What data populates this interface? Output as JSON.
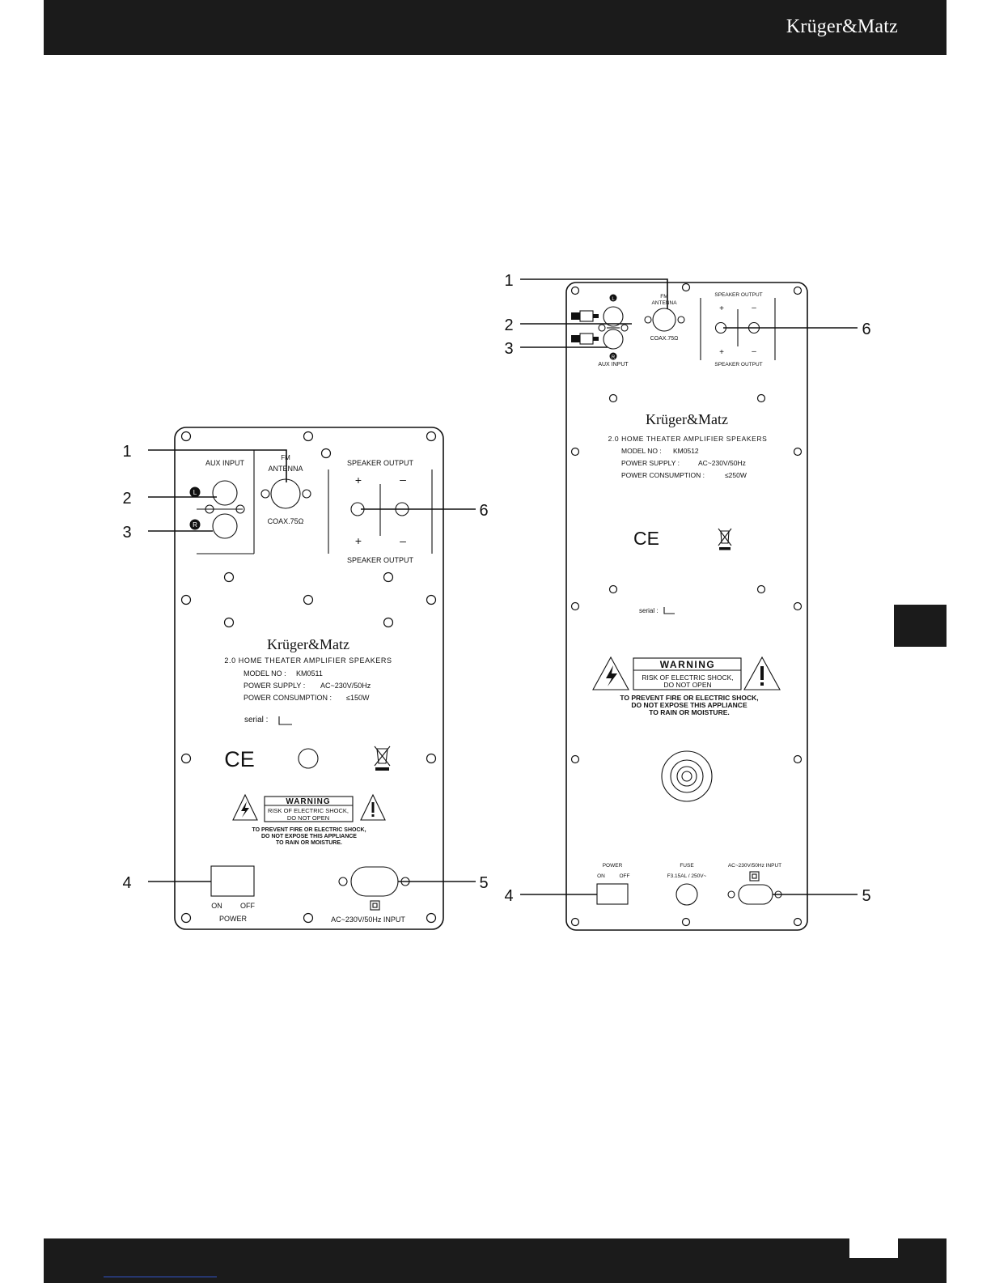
{
  "header": {
    "brand": "Krüger&Matz"
  },
  "panel_a": {
    "callouts": {
      "c1": "1",
      "c2": "2",
      "c3": "3",
      "c4": "4",
      "c5": "5",
      "c6": "6"
    },
    "aux_input": "AUX INPUT",
    "channel_l": "L",
    "channel_r": "R",
    "fm": "FM",
    "antenna": "ANTENNA",
    "coax": "COAX.75Ω",
    "speaker_output_top": "SPEAKER OUTPUT",
    "speaker_output_bottom": "SPEAKER OUTPUT",
    "plus": "+",
    "minus": "–",
    "brand": "Krüger&Matz",
    "product_title": "2.0 HOME THEATER AMPLIFIER SPEAKERS",
    "model_label": "MODEL NO :",
    "model_value": "KM0511",
    "supply_label": "POWER SUPPLY :",
    "supply_value": "AC~230V/50Hz",
    "consumption_label": "POWER CONSUMPTION :",
    "consumption_value": "≤150W",
    "serial": "serial :",
    "ce": "CE",
    "warning_title": "WARNING",
    "warning_line1": "RISK OF ELECTRIC SHOCK,",
    "warning_line2": "DO NOT OPEN",
    "notice_line1": "TO PREVENT FIRE OR ELECTRIC SHOCK,",
    "notice_line2": "DO NOT EXPOSE THIS APPLIANCE",
    "notice_line3": "TO RAIN OR MOISTURE.",
    "on": "ON",
    "off": "OFF",
    "power": "POWER",
    "ac_input": "AC~230V/50Hz INPUT"
  },
  "panel_b": {
    "callouts": {
      "c1": "1",
      "c2": "2",
      "c3": "3",
      "c4": "4",
      "c5": "5",
      "c6": "6"
    },
    "channel_l": "L",
    "channel_r": "R",
    "aux_input": "AUX INPUT",
    "fm": "FM",
    "antenna": "ANTENNA",
    "coax": "COAX.75Ω",
    "speaker_output_top": "SPEAKER OUTPUT",
    "speaker_output_bottom": "SPEAKER OUTPUT",
    "plus": "+",
    "minus": "–",
    "brand": "Krüger&Matz",
    "product_title": "2.0 HOME THEATER AMPLIFIER SPEAKERS",
    "model_label": "MODEL NO :",
    "model_value": "KM0512",
    "supply_label": "POWER SUPPLY :",
    "supply_value": "AC~230V/50Hz",
    "consumption_label": "POWER CONSUMPTION :",
    "consumption_value": "≤250W",
    "ce": "CE",
    "serial": "serial :",
    "warning_title": "WARNING",
    "warning_line1": "RISK OF ELECTRIC SHOCK,",
    "warning_line2": "DO NOT OPEN",
    "notice_line1": "TO PREVENT FIRE OR ELECTRIC SHOCK,",
    "notice_line2": "DO NOT EXPOSE THIS APPLIANCE",
    "notice_line3": "TO RAIN OR MOISTURE.",
    "power": "POWER",
    "on": "ON",
    "off": "OFF",
    "fuse": "FUSE",
    "fuse_rating": "F3.15AL / 250V~",
    "ac_input": "AC~230V/50Hz INPUT"
  }
}
